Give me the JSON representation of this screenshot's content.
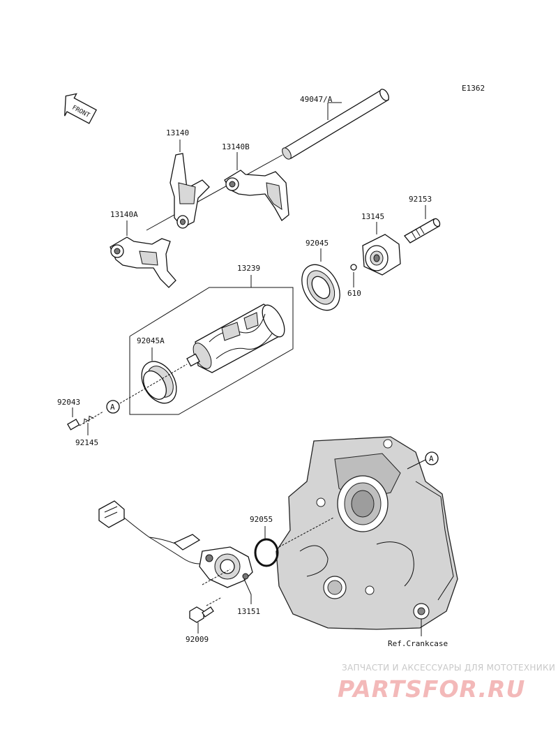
{
  "diagram_code": "E1362",
  "front_label": "FRONT",
  "parts": [
    {
      "id": "p-49047A",
      "label": "49047/A"
    },
    {
      "id": "p-13140",
      "label": "13140"
    },
    {
      "id": "p-13140B",
      "label": "13140B"
    },
    {
      "id": "p-13140A",
      "label": "13140A"
    },
    {
      "id": "p-92153",
      "label": "92153"
    },
    {
      "id": "p-13145",
      "label": "13145"
    },
    {
      "id": "p-92045",
      "label": "92045"
    },
    {
      "id": "p-610",
      "label": "610"
    },
    {
      "id": "p-13239",
      "label": "13239"
    },
    {
      "id": "p-92045A",
      "label": "92045A"
    },
    {
      "id": "p-92043",
      "label": "92043"
    },
    {
      "id": "p-92145",
      "label": "92145"
    },
    {
      "id": "p-92055",
      "label": "92055"
    },
    {
      "id": "p-13151",
      "label": "13151"
    },
    {
      "id": "p-92009",
      "label": "92009"
    }
  ],
  "callout_marker": "A",
  "ref_label": "Ref.Crankcase",
  "watermark": {
    "line1": "ЗАПЧАСТИ И АКСЕССУАРЫ ДЛЯ МОТОТЕХНИКИ",
    "line2": "PARTSFOR.RU"
  }
}
